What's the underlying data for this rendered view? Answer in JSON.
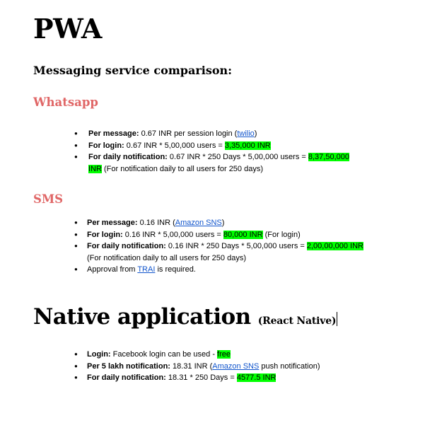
{
  "pwa": {
    "title": "PWA",
    "subtitle": "Messaging service comparison:",
    "whatsapp": {
      "heading": "Whatsapp",
      "items": [
        {
          "label": "Per message:",
          "text": " 0.67 INR per session login (",
          "link": "twilio",
          "after": ")"
        },
        {
          "label": "For login:",
          "text": " 0.67 INR * 5,00,000 users = ",
          "highlight": "3,35,000 INR"
        },
        {
          "label": "For daily notification:",
          "text": " 0.67 INR * 250 Days * 5,00,000 users =  ",
          "highlight_a": "8,37,50,000",
          "highlight_b": "INR",
          "after": " (For notification daily to all users for 250 days)"
        }
      ]
    },
    "sms": {
      "heading": "SMS",
      "items": [
        {
          "label": "Per message:",
          "text": " 0.16 INR (",
          "link": "Amazon SNS",
          "after": ")"
        },
        {
          "label": "For login:",
          "text": "  0.16 INR * 5,00,000 users = ",
          "highlight": "80,000 INR",
          "after": " (For login)"
        },
        {
          "label": "For daily notification:",
          "text": " 0.16 INR * 250 Days * 5,00,000 users =  ",
          "highlight": "2,00,00,000 INR",
          "after": "(For notification daily to all users for 250 days)"
        },
        {
          "text": "Approval from ",
          "link": "TRAI",
          "after": " is required."
        }
      ]
    }
  },
  "native": {
    "title": "Native application",
    "subtitle": "(React Native)",
    "items": [
      {
        "label": "Login:",
        "text": " Facebook login can be used - ",
        "highlight": "free"
      },
      {
        "label": "Per 5 lakh notification:",
        "text": " 18.31 INR (",
        "link": "Amazon SNS",
        "after": " push notification)"
      },
      {
        "label": "For daily notification:",
        "text": " 18.31 * 250 Days = ",
        "highlight": "4577.5 INR"
      }
    ]
  }
}
